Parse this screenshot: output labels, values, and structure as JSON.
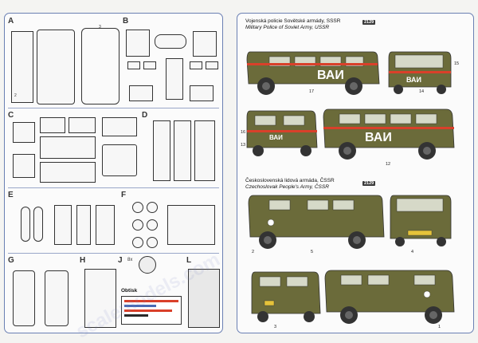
{
  "boxes": {
    "A": "A",
    "B": "B",
    "C": "C",
    "D": "D",
    "E": "E",
    "F": "F",
    "G": "G",
    "H": "H",
    "J": "J",
    "L": "L"
  },
  "sprue_j_count": "8x",
  "decal_sheet_label": "Obtisk",
  "colors": {
    "olive": "#6b6b3a",
    "border": "#6a7fb3",
    "stripe_red": "#d9402a"
  },
  "soviet": {
    "title_cz": "Vojenská policie Sovětské armády, SSSR",
    "title_en": "Military Police of Soviet Army, USSR",
    "badge": "2129",
    "marking": "ВАИ",
    "callouts": [
      "17",
      "14",
      "15",
      "16",
      "13",
      "12"
    ]
  },
  "czech": {
    "title_cz": "Československá lidová armáda, ČSSR",
    "title_en": "Czechoslovak People's Army, ČSSR",
    "badge": "2129",
    "callouts": [
      "2",
      "5",
      "4",
      "3",
      "1"
    ]
  },
  "watermark": "scalemodels.com"
}
